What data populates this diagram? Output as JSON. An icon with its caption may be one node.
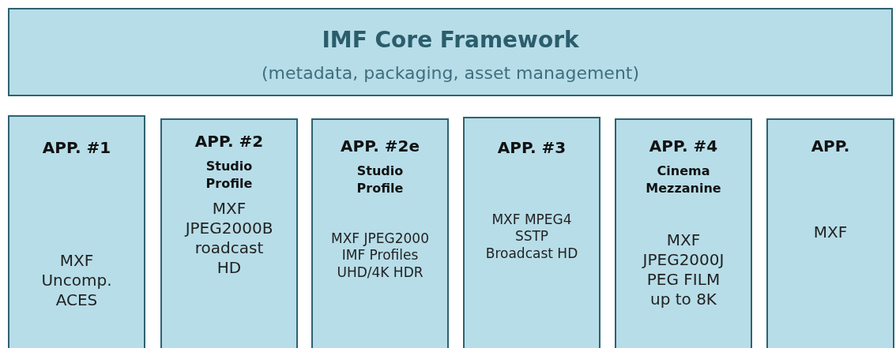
{
  "diagram": {
    "nodes": [
      {
        "text": [
          "IMF Core Framework",
          "(metadata, packaging, asset management)"
        ]
      },
      {
        "text": [
          "APP. #1",
          "MXF Uncomp. ACES"
        ]
      },
      {
        "text": [
          "APP. #2",
          "Studio Profile",
          "MXF JPEG2000B roadcast HD"
        ]
      },
      {
        "text": [
          "APP. #2e",
          "Studio Profile",
          "MXF JPEG2000 IMF Profiles UHD/4K HDR"
        ]
      },
      {
        "text": [
          "APP. #3",
          "MXF MPEG4 SSTP Broadcast HD"
        ]
      },
      {
        "text": [
          "APP. #4",
          "Cinema Mezzanine",
          "MXF JPEG2000J PEG FILM up to 8K"
        ]
      },
      {
        "text": [
          "APP.",
          "MXF"
        ]
      }
    ]
  }
}
